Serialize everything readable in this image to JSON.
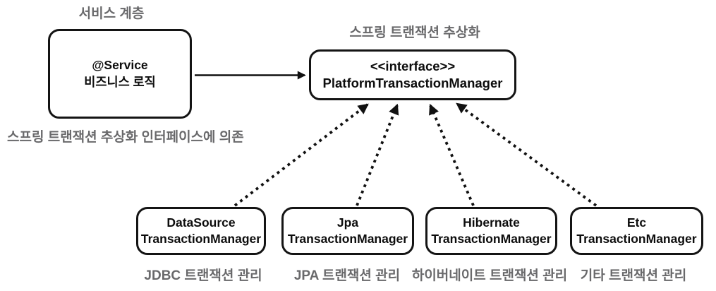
{
  "diagram": {
    "labels": {
      "service_layer": "서비스 계층",
      "abstraction": "스프링 트랜잭션 추상화",
      "dependency_note": "스프링 트랜잭션 추상화 인터페이스에 의존"
    },
    "service_box": {
      "line1": "@Service",
      "line2": "비즈니스 로직"
    },
    "interface_box": {
      "line1": "<<interface>>",
      "line2": "PlatformTransactionManager"
    },
    "implementations": [
      {
        "line1": "DataSource",
        "line2": "TransactionManager",
        "caption": "JDBC 트랜잭션 관리"
      },
      {
        "line1": "Jpa",
        "line2": "TransactionManager",
        "caption": "JPA 트랜잭션 관리"
      },
      {
        "line1": "Hibernate",
        "line2": "TransactionManager",
        "caption": "하이버네이트 트랜잭션 관리"
      },
      {
        "line1": "Etc",
        "line2": "TransactionManager",
        "caption": "기타 트랜잭션 관리"
      }
    ],
    "colors": {
      "background": "#ffffff",
      "box_border": "#141414",
      "box_text": "#0d0d0d",
      "label_gray": "#69696b",
      "arrow": "#111111"
    }
  }
}
